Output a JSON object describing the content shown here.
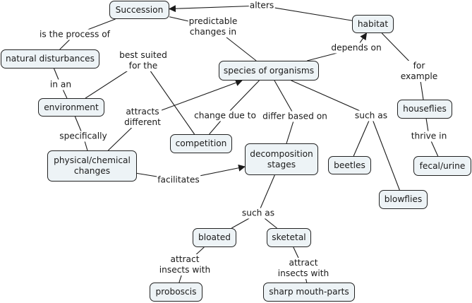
{
  "diagram": {
    "type": "concept-map",
    "colors": {
      "node_fill": "#edf3f6",
      "node_border": "#222222",
      "link": "#1a1a1a",
      "background": "#ffffff"
    },
    "concepts": [
      {
        "id": "succession",
        "text": "Succession"
      },
      {
        "id": "natural_disturbances",
        "text": "natural disturbances"
      },
      {
        "id": "environment",
        "text": "environment"
      },
      {
        "id": "physical_chemical",
        "text": "physical/chemical\nchanges"
      },
      {
        "id": "competition",
        "text": "competition"
      },
      {
        "id": "species",
        "text": "species of organisms"
      },
      {
        "id": "habitat",
        "text": "habitat"
      },
      {
        "id": "decomposition",
        "text": "decomposition\nstages"
      },
      {
        "id": "beetles",
        "text": "beetles"
      },
      {
        "id": "blowflies",
        "text": "blowflies"
      },
      {
        "id": "houseflies",
        "text": "houseflies"
      },
      {
        "id": "fecal",
        "text": "fecal/urine"
      },
      {
        "id": "bloated",
        "text": "bloated"
      },
      {
        "id": "sketetal",
        "text": "sketetal"
      },
      {
        "id": "proboscis",
        "text": "proboscis"
      },
      {
        "id": "sharp",
        "text": "sharp mouth-parts"
      }
    ],
    "linking_phrases": [
      {
        "id": "lp_process",
        "text": "is the process of"
      },
      {
        "id": "lp_predictable",
        "text": "predictable\nchanges in"
      },
      {
        "id": "lp_alters",
        "text": "alters"
      },
      {
        "id": "lp_depends",
        "text": "depends on"
      },
      {
        "id": "lp_best",
        "text": "best suited\nfor the"
      },
      {
        "id": "lp_inan",
        "text": "in an"
      },
      {
        "id": "lp_specifically",
        "text": "specifically"
      },
      {
        "id": "lp_attracts",
        "text": "attracts\ndifferent"
      },
      {
        "id": "lp_change",
        "text": "change due to"
      },
      {
        "id": "lp_differ",
        "text": "differ based on"
      },
      {
        "id": "lp_suchas1",
        "text": "such as"
      },
      {
        "id": "lp_example",
        "text": "for example"
      },
      {
        "id": "lp_thrive",
        "text": "thrive in"
      },
      {
        "id": "lp_facilitates",
        "text": "facilitates"
      },
      {
        "id": "lp_suchas2",
        "text": "such as"
      },
      {
        "id": "lp_attract1",
        "text": "attract\ninsects with"
      },
      {
        "id": "lp_attract2",
        "text": "attract\ninsects with"
      }
    ],
    "connections": [
      {
        "from": "succession",
        "to": "lp_process",
        "arrow": false
      },
      {
        "from": "lp_process",
        "to": "natural_disturbances",
        "arrow": false
      },
      {
        "from": "succession",
        "to": "lp_predictable",
        "arrow": false
      },
      {
        "from": "lp_predictable",
        "to": "species",
        "arrow": false
      },
      {
        "from": "habitat",
        "to": "lp_alters",
        "arrow": false
      },
      {
        "from": "lp_alters",
        "to": "succession",
        "arrow": true
      },
      {
        "from": "species",
        "to": "lp_depends",
        "arrow": false
      },
      {
        "from": "lp_depends",
        "to": "habitat",
        "arrow": true
      },
      {
        "from": "environment",
        "to": "lp_best",
        "arrow": false
      },
      {
        "from": "lp_best",
        "to": "competition",
        "arrow": false
      },
      {
        "from": "natural_disturbances",
        "to": "lp_inan",
        "arrow": false
      },
      {
        "from": "lp_inan",
        "to": "environment",
        "arrow": false
      },
      {
        "from": "environment",
        "to": "lp_specifically",
        "arrow": false
      },
      {
        "from": "lp_specifically",
        "to": "physical_chemical",
        "arrow": false
      },
      {
        "from": "physical_chemical",
        "to": "lp_attracts",
        "arrow": false
      },
      {
        "from": "lp_attracts",
        "to": "species",
        "arrow": true
      },
      {
        "from": "species",
        "to": "lp_change",
        "arrow": false
      },
      {
        "from": "lp_change",
        "to": "competition",
        "arrow": false
      },
      {
        "from": "species",
        "to": "lp_differ",
        "arrow": false
      },
      {
        "from": "lp_differ",
        "to": "decomposition",
        "arrow": false
      },
      {
        "from": "species",
        "to": "lp_suchas1",
        "arrow": false
      },
      {
        "from": "lp_suchas1",
        "to": "beetles",
        "arrow": false
      },
      {
        "from": "lp_suchas1",
        "to": "blowflies",
        "arrow": false
      },
      {
        "from": "habitat",
        "to": "lp_example",
        "arrow": false
      },
      {
        "from": "lp_example",
        "to": "houseflies",
        "arrow": false
      },
      {
        "from": "houseflies",
        "to": "lp_thrive",
        "arrow": false
      },
      {
        "from": "lp_thrive",
        "to": "fecal",
        "arrow": false
      },
      {
        "from": "physical_chemical",
        "to": "lp_facilitates",
        "arrow": false
      },
      {
        "from": "lp_facilitates",
        "to": "decomposition",
        "arrow": true
      },
      {
        "from": "decomposition",
        "to": "lp_suchas2",
        "arrow": false
      },
      {
        "from": "lp_suchas2",
        "to": "bloated",
        "arrow": false
      },
      {
        "from": "lp_suchas2",
        "to": "sketetal",
        "arrow": false
      },
      {
        "from": "bloated",
        "to": "lp_attract1",
        "arrow": false
      },
      {
        "from": "lp_attract1",
        "to": "proboscis",
        "arrow": false
      },
      {
        "from": "sketetal",
        "to": "lp_attract2",
        "arrow": false
      },
      {
        "from": "lp_attract2",
        "to": "sharp",
        "arrow": false
      }
    ]
  }
}
